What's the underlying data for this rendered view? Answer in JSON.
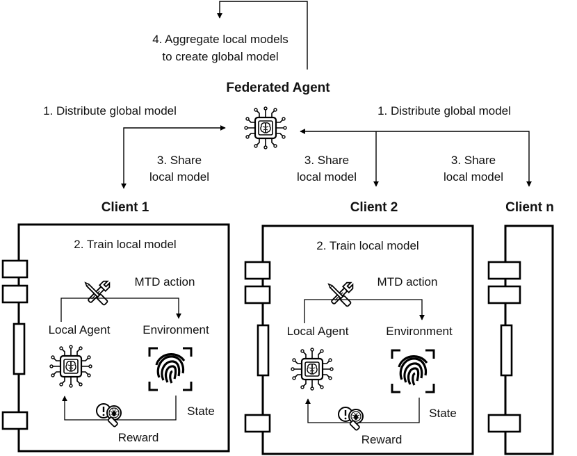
{
  "federated": {
    "title": "Federated Agent",
    "aggregate_line1": "4. Aggregate local models",
    "aggregate_line2": "to create global model",
    "distribute_left": "1. Distribute global model",
    "distribute_right": "1. Distribute global model",
    "icon": "ai-chip-brain-icon"
  },
  "share": {
    "c1": [
      "3. Share",
      "local model"
    ],
    "c2": [
      "3. Share",
      "local model"
    ],
    "cn": [
      "3. Share",
      "local model"
    ]
  },
  "clients": [
    {
      "name": "Client 1",
      "train": "2. Train local model",
      "action": "MTD action",
      "agent": "Local Agent",
      "env": "Environment",
      "state": "State",
      "reward": "Reward"
    },
    {
      "name": "Client 2",
      "train": "2. Train local model",
      "action": "MTD action",
      "agent": "Local Agent",
      "env": "Environment",
      "state": "State",
      "reward": "Reward"
    },
    {
      "name": "Client n"
    }
  ],
  "icons": {
    "action": "wrench-screwdriver-icon",
    "environment": "fingerprint-scan-icon",
    "reward": "alert-magnifier-bug-icon"
  }
}
